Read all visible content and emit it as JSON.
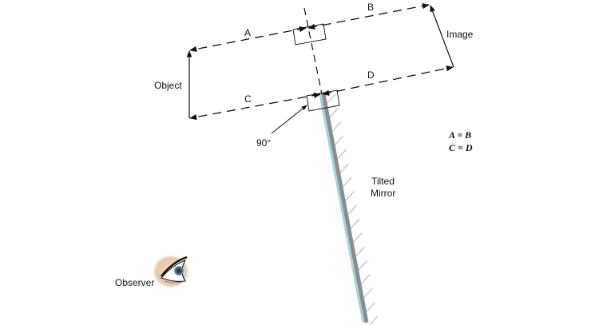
{
  "diagram": {
    "title": "Reflection in a tilted mirror",
    "labels": {
      "object": "Object",
      "image": "Image",
      "mirror_line1": "Tilted",
      "mirror_line2": "Mirror",
      "observer": "Observer",
      "angle": "90°",
      "ray_a": "A",
      "ray_b": "B",
      "ray_c": "C",
      "ray_d": "D"
    },
    "equations": [
      "A = B",
      "C = D"
    ],
    "colors": {
      "line": "#111111",
      "mirror_glass": "#9fd6dc",
      "mirror_back": "#8c8c8c",
      "hatch": "#b0b0b0"
    },
    "icons": {
      "observer": "eye-icon"
    }
  }
}
